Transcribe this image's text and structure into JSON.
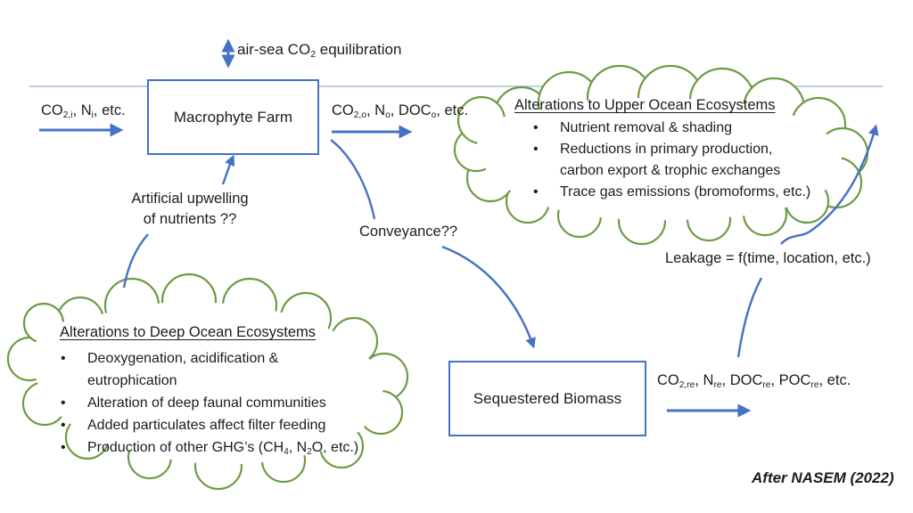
{
  "colors": {
    "arrow_blue": "#4472C4",
    "box_border_blue": "#4472C4",
    "cloud_green": "#6d9b45",
    "waterline_blue": "#a9c0dc",
    "text": "#1c1c1c"
  },
  "air_sea": {
    "label_rich": [
      {
        "t": "air-sea CO"
      },
      {
        "t": "2",
        "sub": true
      },
      {
        "t": " equilibration"
      }
    ]
  },
  "farm": {
    "label": "Macrophyte Farm"
  },
  "inflow": {
    "label_rich": [
      {
        "t": "CO"
      },
      {
        "t": "2,i",
        "sub": true
      },
      {
        "t": ", N"
      },
      {
        "t": "i",
        "sub": true
      },
      {
        "t": ", etc."
      }
    ]
  },
  "outflow": {
    "label_rich": [
      {
        "t": "CO"
      },
      {
        "t": "2,o",
        "sub": true
      },
      {
        "t": ", N"
      },
      {
        "t": "o",
        "sub": true
      },
      {
        "t": ", DOC"
      },
      {
        "t": "o",
        "sub": true
      },
      {
        "t": ", etc."
      }
    ]
  },
  "upwelling": {
    "line1": "Artificial upwelling",
    "line2": "of nutrients ??"
  },
  "conveyance": {
    "label": "Conveyance??"
  },
  "upper_cloud": {
    "title": "Alterations to Upper Ocean Ecosystems",
    "bullets": [
      [
        [
          {
            "t": "Nutrient removal & shading"
          }
        ]
      ],
      [
        [
          {
            "t": "Reductions in primary production,"
          }
        ],
        [
          {
            "t": "carbon export & trophic exchanges"
          }
        ]
      ],
      [
        [
          {
            "t": "Trace gas emissions (bromoforms, etc.)"
          }
        ]
      ]
    ]
  },
  "deep_cloud": {
    "title": "Alterations to Deep Ocean Ecosystems",
    "bullets": [
      [
        [
          {
            "t": "Deoxygenation, acidification &"
          }
        ],
        [
          {
            "t": "eutrophication"
          }
        ]
      ],
      [
        [
          {
            "t": "Alteration of deep faunal communities"
          }
        ]
      ],
      [
        [
          {
            "t": "Added particulates affect filter feeding"
          }
        ]
      ],
      [
        [
          {
            "t": "Production of other GHG’s (CH"
          },
          {
            "t": "4",
            "sub": true
          },
          {
            "t": ", N"
          },
          {
            "t": "2",
            "sub": true
          },
          {
            "t": "O, etc.)"
          }
        ]
      ]
    ]
  },
  "biomass": {
    "label": "Sequestered Biomass"
  },
  "re_emission": {
    "label_rich": [
      {
        "t": "CO"
      },
      {
        "t": "2,re",
        "sub": true
      },
      {
        "t": ", N"
      },
      {
        "t": "re",
        "sub": true
      },
      {
        "t": ", DOC"
      },
      {
        "t": "re",
        "sub": true
      },
      {
        "t": ", POC"
      },
      {
        "t": "re",
        "sub": true
      },
      {
        "t": ", etc."
      }
    ]
  },
  "leakage": {
    "label": "Leakage = f(time, location, etc.)"
  },
  "credit": {
    "label": "After NASEM (2022)"
  }
}
